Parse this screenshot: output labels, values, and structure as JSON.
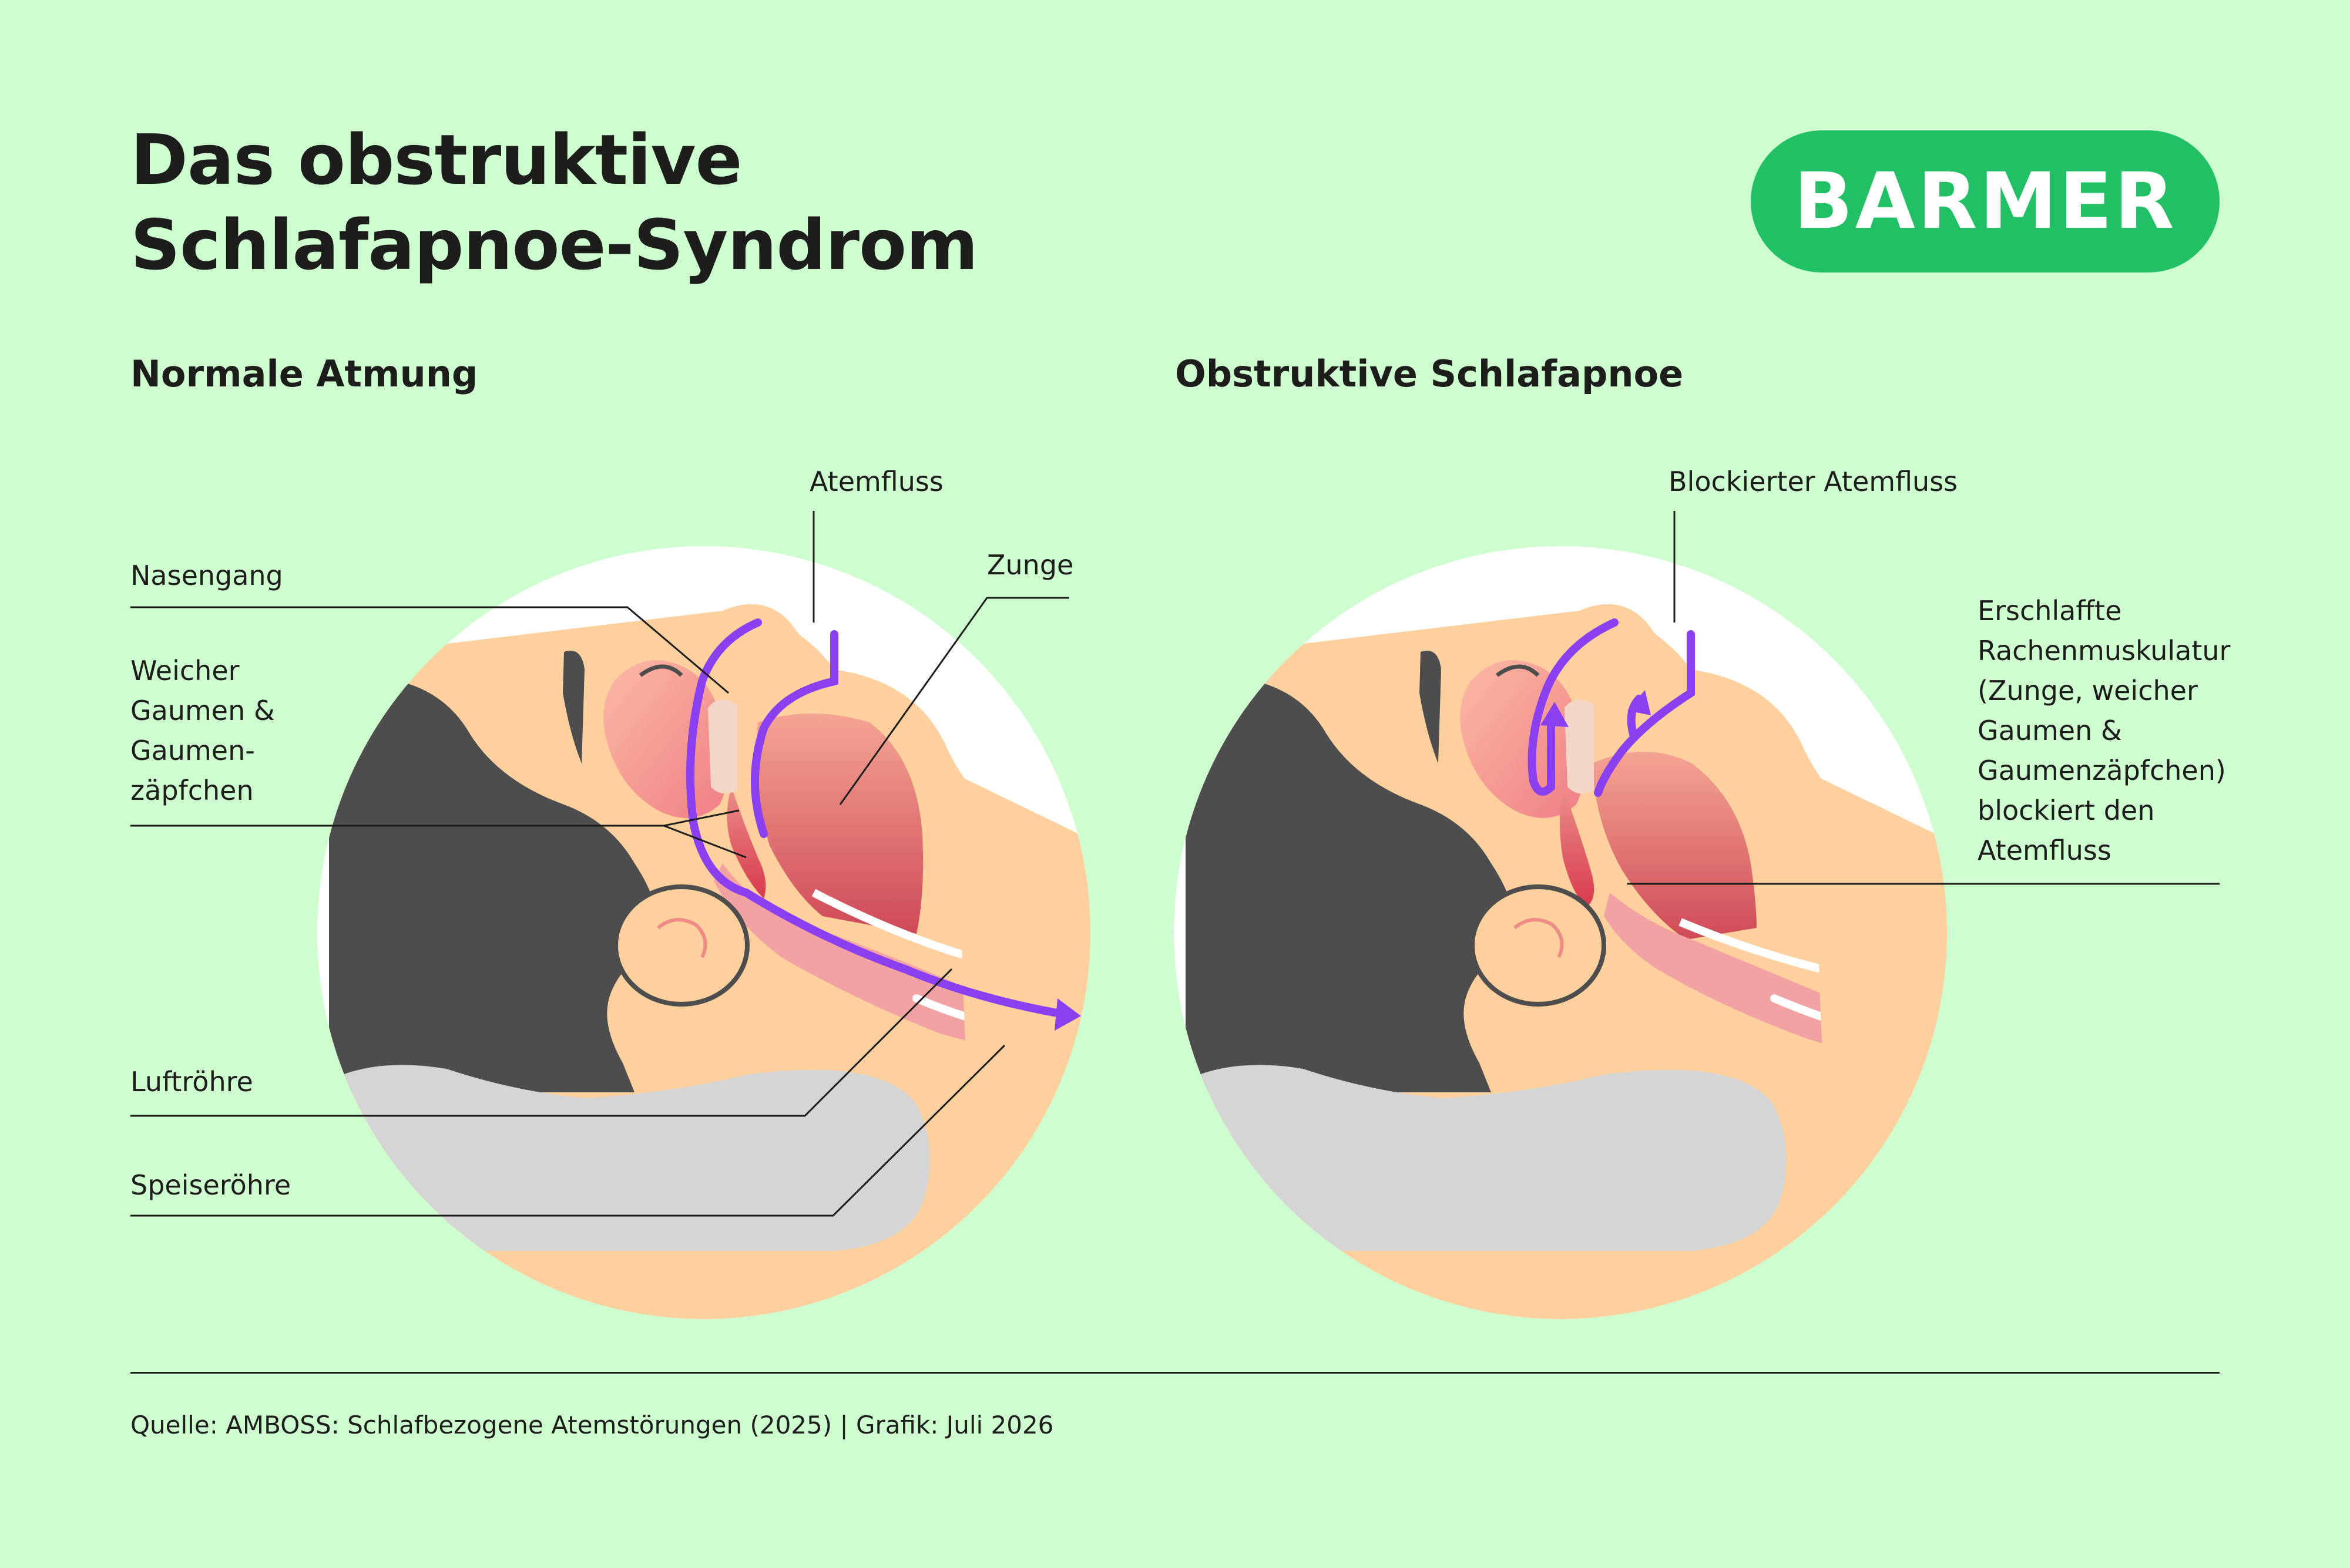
{
  "header": {
    "title_line1": "Das obstruktive",
    "title_line2": "Schlafapnoe-Syndrom",
    "logo_text": "BARMER"
  },
  "panels": {
    "normal": {
      "heading": "Normale Atmung",
      "labels": {
        "atemfluss": "Atemfluss",
        "nasengang": "Nasengang",
        "zunge": "Zunge",
        "gaumen": [
          "Weicher",
          "Gaumen &",
          "Gaumen-",
          "zäpfchen"
        ],
        "luftroehre": "Luftröhre",
        "speiseroehre": "Speiseröhre"
      }
    },
    "apnea": {
      "heading": "Obstruktive Schlafapnoe",
      "labels": {
        "blockiert": "Blockierter Atemfluss",
        "erschlaffte": [
          "Erschlaffte",
          "Rachenmuskulatur",
          "(Zunge, weicher",
          "Gaumen &",
          "Gaumenzäpfchen)",
          "blockiert den",
          "Atemfluss"
        ]
      }
    }
  },
  "footer": {
    "source": "Quelle: AMBOSS: Schlafbezogene Atemstörungen (2025) | Grafik: Juli 2026"
  },
  "colors": {
    "background": "#cefdd0",
    "brand_green": "#22c065",
    "skin": "#fdd09e",
    "hair": "#4d4d4d",
    "pillow": "#d5d5d5",
    "airway_pink": "#f2a2a2",
    "flow_purple": "#8a3ff0"
  },
  "icons": {
    "logo": "barmer-logo",
    "flow": "airflow-arrow-icon"
  }
}
